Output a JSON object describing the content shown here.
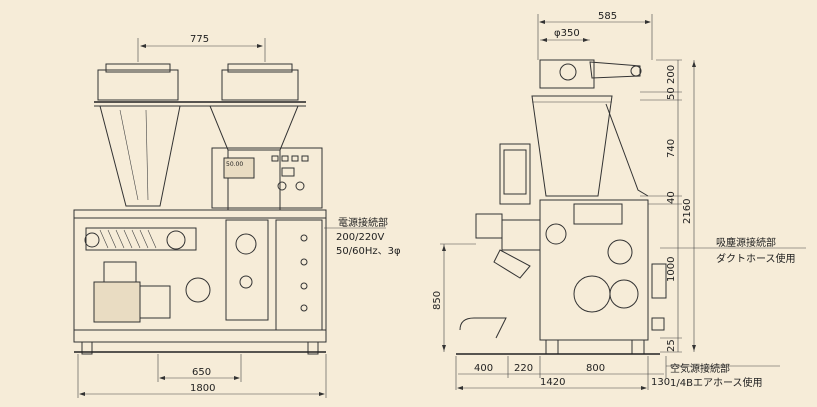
{
  "front_view": {
    "dim_top_span": "775",
    "dim_base_inner": "650",
    "dim_base_total": "1800",
    "gauge_display": "50.00"
  },
  "side_view": {
    "dim_top_width": "585",
    "dim_diameter": "φ350",
    "dim_right_stack": [
      "200",
      "50",
      "740",
      "40",
      "1000",
      "25"
    ],
    "dim_total_height": "2160",
    "dim_height_850": "850",
    "dim_bottom_row": [
      "400",
      "220",
      "800",
      "130"
    ],
    "dim_bottom_total": "1420"
  },
  "notes": {
    "power": {
      "title": "電源接続部",
      "line1": "200/220V",
      "line2": "50/60Hz、3φ"
    },
    "dust": {
      "title": "吸塵源接続部",
      "line1": "ダクトホース使用"
    },
    "air": {
      "title": "空気源接続部",
      "line1": "1/4Bエアホース使用"
    }
  }
}
